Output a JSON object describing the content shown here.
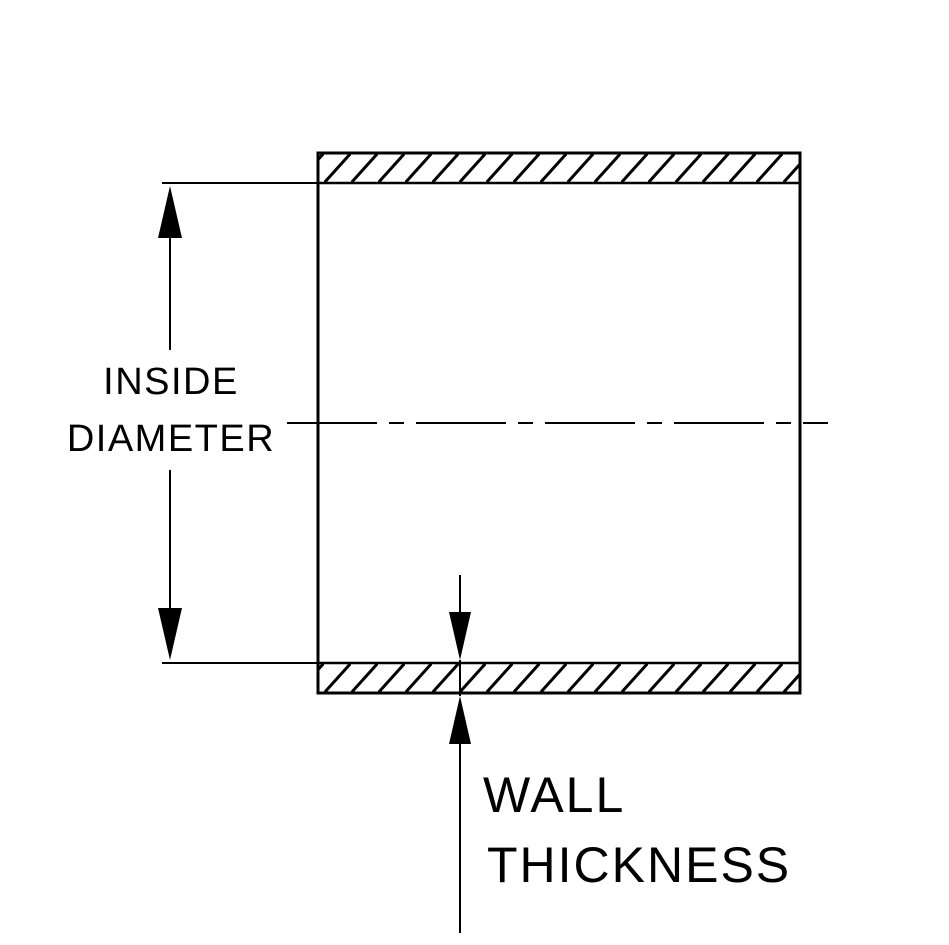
{
  "diagram": {
    "description": "Engineering cross-section diagram of a hose/tube showing inside diameter and wall thickness dimensions",
    "colors": {
      "line": "#000000",
      "background": "#ffffff"
    },
    "labels": {
      "inside_diameter_line1": "INSIDE",
      "inside_diameter_line2": "DIAMETER",
      "wall_thickness_line1": "WALL",
      "wall_thickness_line2": "THICKNESS"
    }
  }
}
